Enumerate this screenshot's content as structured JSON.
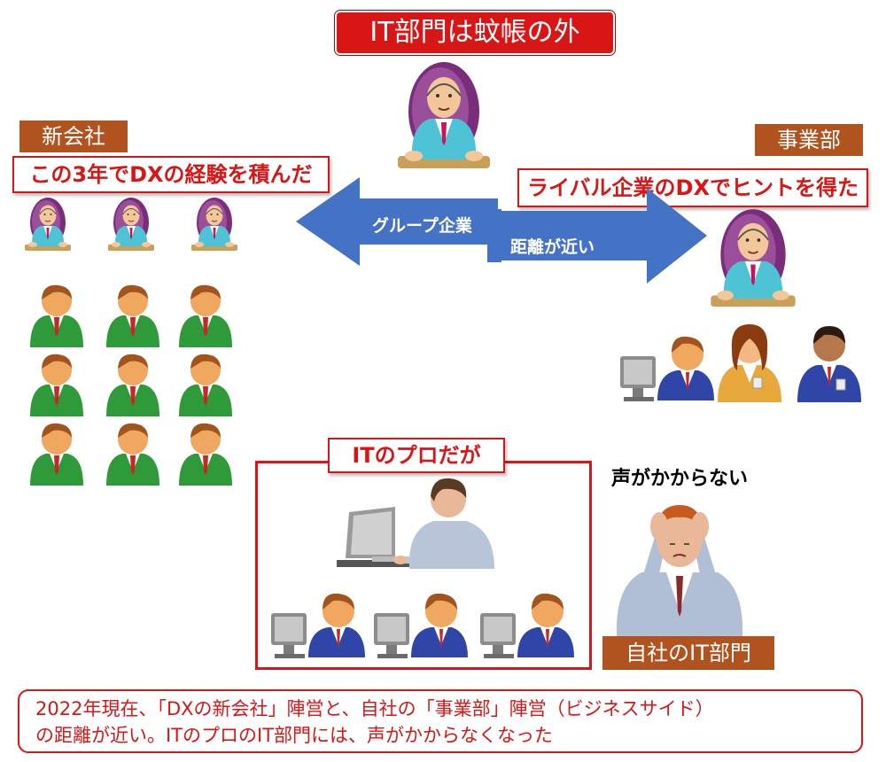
{
  "title": "IT部門は蚊帳の外",
  "new_company": {
    "label": "新会社",
    "claim": "この3年でDXの経験を積んだ"
  },
  "business_dept": {
    "label": "事業部",
    "claim": "ライバル企業のDXでヒントを得た"
  },
  "arrow": {
    "group_label": "グループ企業",
    "distance_label": "距離が近い"
  },
  "it_pro": {
    "label": "ITのプロだが"
  },
  "own_it": {
    "voice": "声がかからない",
    "label": "自社のIT部門"
  },
  "summary": {
    "line1": "2022年現在、「DXの新会社」陣営と、自社の「事業部」陣営（ビジネスサイド）",
    "line2": "の距離が近い。ITのプロのIT部門には、声がかからなくなった"
  },
  "colors": {
    "accent_red": "#d91616",
    "label_brown": "#b0531f",
    "arrow_blue": "#4472c4"
  }
}
